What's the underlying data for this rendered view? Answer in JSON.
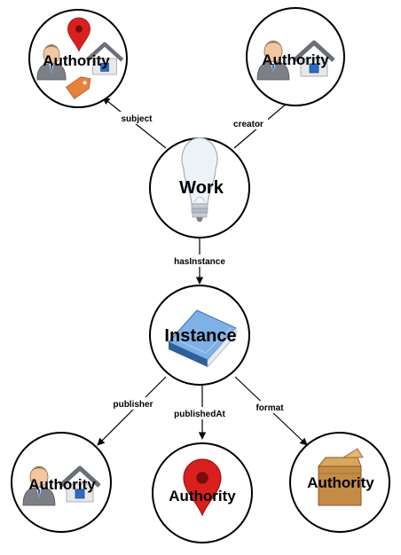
{
  "nodes": {
    "subject_authority": {
      "label": "Authority",
      "icons": [
        "person-icon",
        "map-pin-icon",
        "house-icon",
        "tag-icon"
      ]
    },
    "creator_authority": {
      "label": "Authority",
      "icons": [
        "person-icon",
        "house-icon"
      ]
    },
    "work": {
      "label": "Work",
      "icons": [
        "lightbulb-icon"
      ]
    },
    "instance": {
      "label": "Instance",
      "icons": [
        "book-icon"
      ]
    },
    "publisher_authority": {
      "label": "Authority",
      "icons": [
        "person-icon",
        "house-icon"
      ]
    },
    "place_authority": {
      "label": "Authority",
      "icons": [
        "map-pin-icon"
      ]
    },
    "format_authority": {
      "label": "Authority",
      "icons": [
        "package-icon"
      ]
    }
  },
  "edges": {
    "subject": "subject",
    "creator": "creator",
    "hasInstance": "hasInstance",
    "publisher": "publisher",
    "publishedAt": "publishedAt",
    "format": "format"
  },
  "colors": {
    "outline": "#000000",
    "pin": "#d8211f",
    "tag": "#e8803e",
    "book": "#5b8fc8",
    "package": "#c48c46",
    "house_roof": "#6b6f77",
    "person_shirt": "#7c7f86"
  }
}
